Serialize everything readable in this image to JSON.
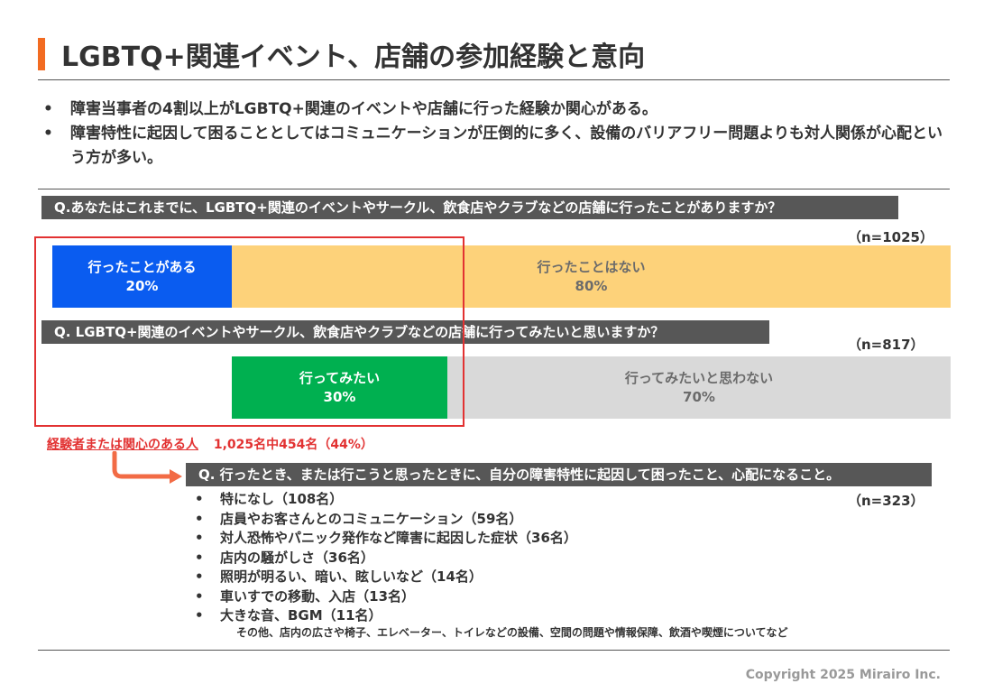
{
  "page": {
    "title": "LGBTQ+関連イベント、店舗の参加経験と意向",
    "bullets": [
      "障害当事者の4割以上がLGBTQ+関連のイベントや店舗に行った経験か関心がある。",
      "障害特性に起因して困ることとしてはコミュニケーションが圧倒的に多く、設備のバリアフリー問題よりも対人関係が心配という方が多い。"
    ],
    "accent_color": "#f26b21"
  },
  "q1": {
    "question": "Q.あなたはこれまでに、LGBTQ+関連のイベントやサークル、飲食店やクラブなどの店舗に行ったことがありますか？",
    "n": "（n=1025）",
    "segments": [
      {
        "label": "行ったことがある",
        "pct_text": "20%",
        "value": 20,
        "color": "#0a5cf0",
        "text_color": "#ffffff"
      },
      {
        "label": "行ったことはない",
        "pct_text": "80%",
        "value": 80,
        "color": "#fdd27a",
        "text_color": "#6b6b6b"
      }
    ]
  },
  "q2": {
    "question": "Q. LGBTQ+関連のイベントやサークル、飲食店やクラブなどの店舗に行ってみたいと思いますか？",
    "n": "（n=817）",
    "segments": [
      {
        "label": "行ってみたい",
        "pct_text": "30%",
        "value": 30,
        "color": "#00b050",
        "text_color": "#ffffff"
      },
      {
        "label": "行ってみたいと思わない",
        "pct_text": "70%",
        "value": 70,
        "color": "#d9d9d9",
        "text_color": "#6b6b6b"
      }
    ]
  },
  "callout": {
    "label": "経験者または関心のある人",
    "detail": "1,025名中454名（44%）",
    "color": "#e23232"
  },
  "q3": {
    "question": "Q. 行ったとき、または行こうと思ったときに、自分の障害特性に起因して困ったこと、心配になること。",
    "n": "（n=323）",
    "items": [
      "特になし（108名）",
      "店員やお客さんとのコミュニケーション（59名）",
      "対人恐怖やパニック発作など障害に起因した症状（36名）",
      "店内の騒がしさ（36名）",
      "照明が明るい、暗い、眩しいなど（14名）",
      "車いすでの移動、入店（13名）",
      "大きな音、BGM（11名）"
    ],
    "note": "その他、店内の広さや椅子、エレベーター、トイレなどの設備、空間の問題や情報保障、飲酒や喫煙についてなど"
  },
  "footer": {
    "copyright": "Copyright 2025 Mirairo Inc."
  }
}
